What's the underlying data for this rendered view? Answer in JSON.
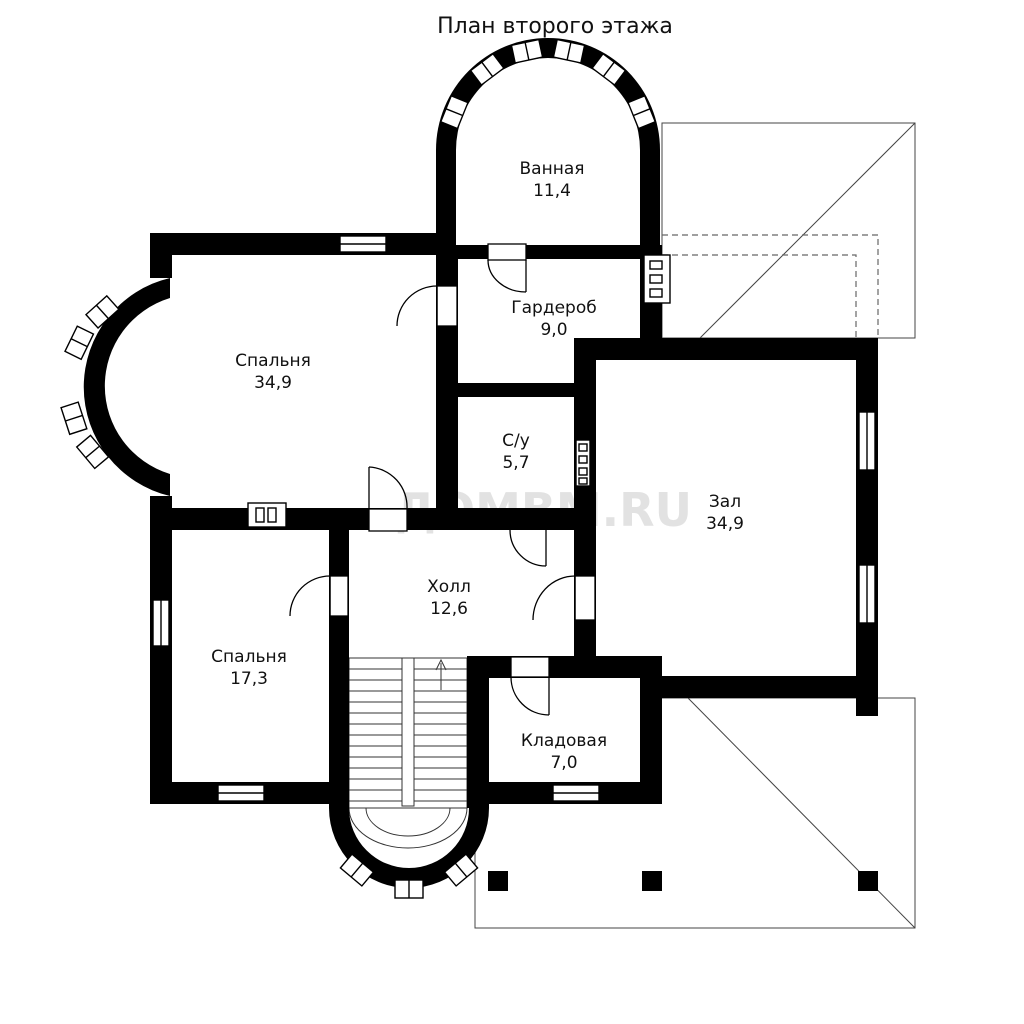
{
  "title": "План второго этажа",
  "watermark": "ДОМВМ.RU",
  "rooms": [
    {
      "name": "Ванная",
      "area": "11,4"
    },
    {
      "name": "Гардероб",
      "area": "9,0"
    },
    {
      "name": "Спальня",
      "area": "34,9"
    },
    {
      "name": "С/у",
      "area": "5,7"
    },
    {
      "name": "Зал",
      "area": "34,9"
    },
    {
      "name": "Холл",
      "area": "12,6"
    },
    {
      "name": "Спальня",
      "area": "17,3"
    },
    {
      "name": "Кладовая",
      "area": "7,0"
    }
  ]
}
